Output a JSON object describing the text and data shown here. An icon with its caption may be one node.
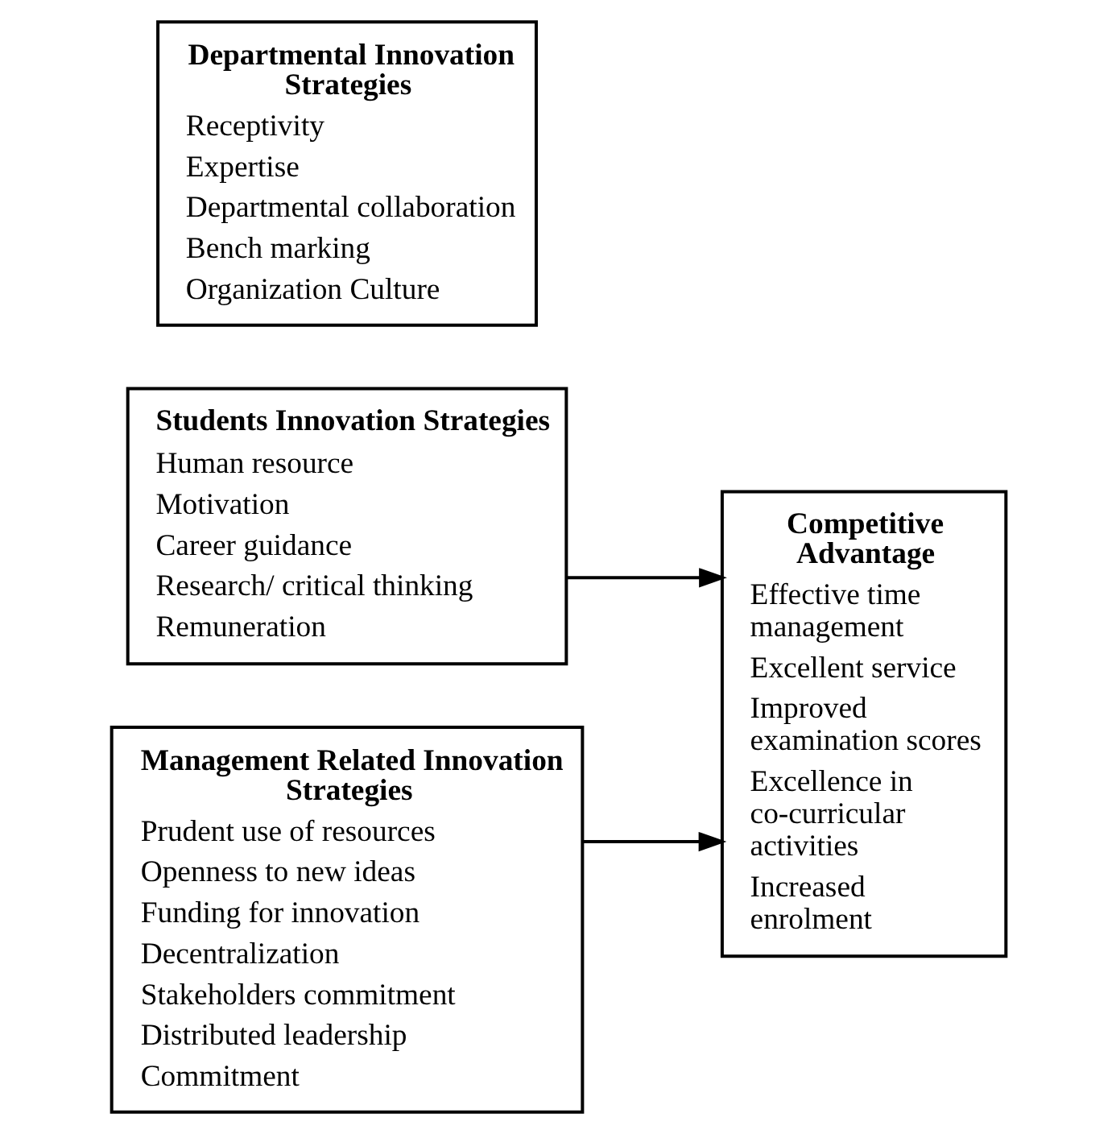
{
  "diagram": {
    "nodes": [
      {
        "text": [
          "Students Innovation Strategies",
          "Human resource",
          "Motivation",
          "Career guidance",
          "Research/ critical thinking",
          "Remuneration"
        ]
      },
      {
        "text": [
          "Departmental Innovation Strategies",
          "Receptivity",
          "Expertise",
          "Departmental collaboration",
          "Bench marking",
          "Organization Culture"
        ]
      },
      {
        "text": [
          "Management Related Innovation Strategies",
          "Prudent use of resources",
          "Openness to new ideas",
          "Funding for innovation",
          "Decentralization",
          "Stakeholders commitment",
          "Distributed leadership",
          "Commitment"
        ]
      },
      {
        "text": [
          "Competitive Advantage",
          "Effective time management",
          "Excellent service",
          "Improved examination scores",
          "Excellence in co-curricular activities",
          "Increased enrolment"
        ]
      }
    ],
    "edges": [
      {
        "from": 0,
        "to": 3,
        "arrow": "to"
      },
      {
        "from": 2,
        "to": 3,
        "arrow": "to"
      }
    ]
  }
}
